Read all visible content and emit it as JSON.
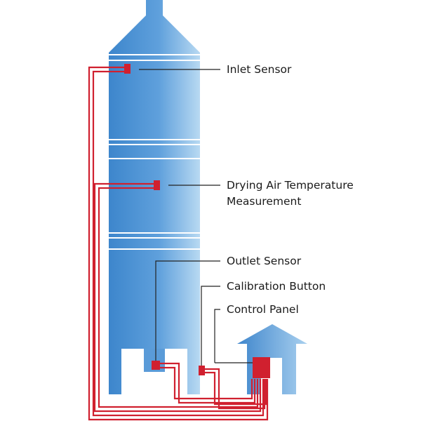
{
  "diagram": {
    "labels": {
      "inlet_sensor": "Inlet Sensor",
      "drying_air_line1": "Drying Air Temperature",
      "drying_air_line2": "Measurement",
      "outlet_sensor": "Outlet Sensor",
      "calibration_button": "Calibration Button",
      "control_panel": "Control Panel"
    },
    "colors": {
      "tower_dark": "#3d86cc",
      "tower_light": "#b8d9f2",
      "wire_red": "#d0202f",
      "leader_line": "#222222",
      "band_white": "#ffffff"
    }
  }
}
